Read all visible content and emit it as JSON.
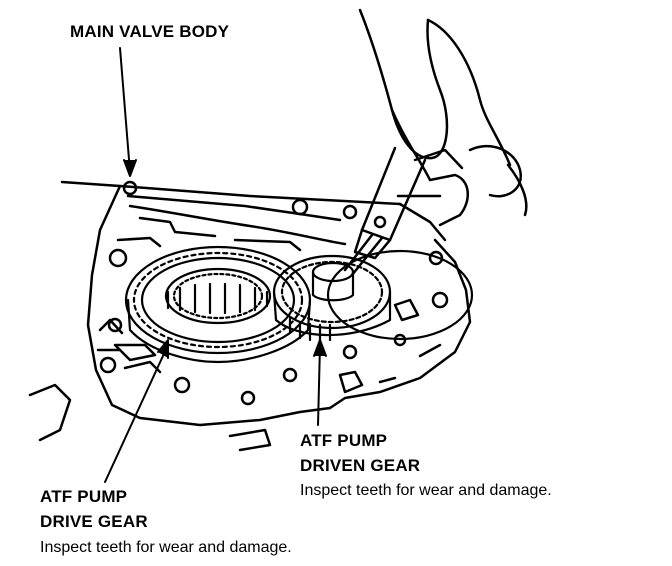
{
  "labels": {
    "main_valve_body": "MAIN VALVE BODY",
    "driven_gear_line1": "ATF PUMP",
    "driven_gear_line2": "DRIVEN GEAR",
    "driven_gear_note": "Inspect teeth for wear and damage.",
    "drive_gear_line1": "ATF PUMP",
    "drive_gear_line2": "DRIVE GEAR",
    "drive_gear_note": "Inspect teeth for wear and damage."
  },
  "colors": {
    "ink": "#000000",
    "paper": "#ffffff"
  },
  "icons": {
    "hand": "hand-with-probe-icon"
  }
}
